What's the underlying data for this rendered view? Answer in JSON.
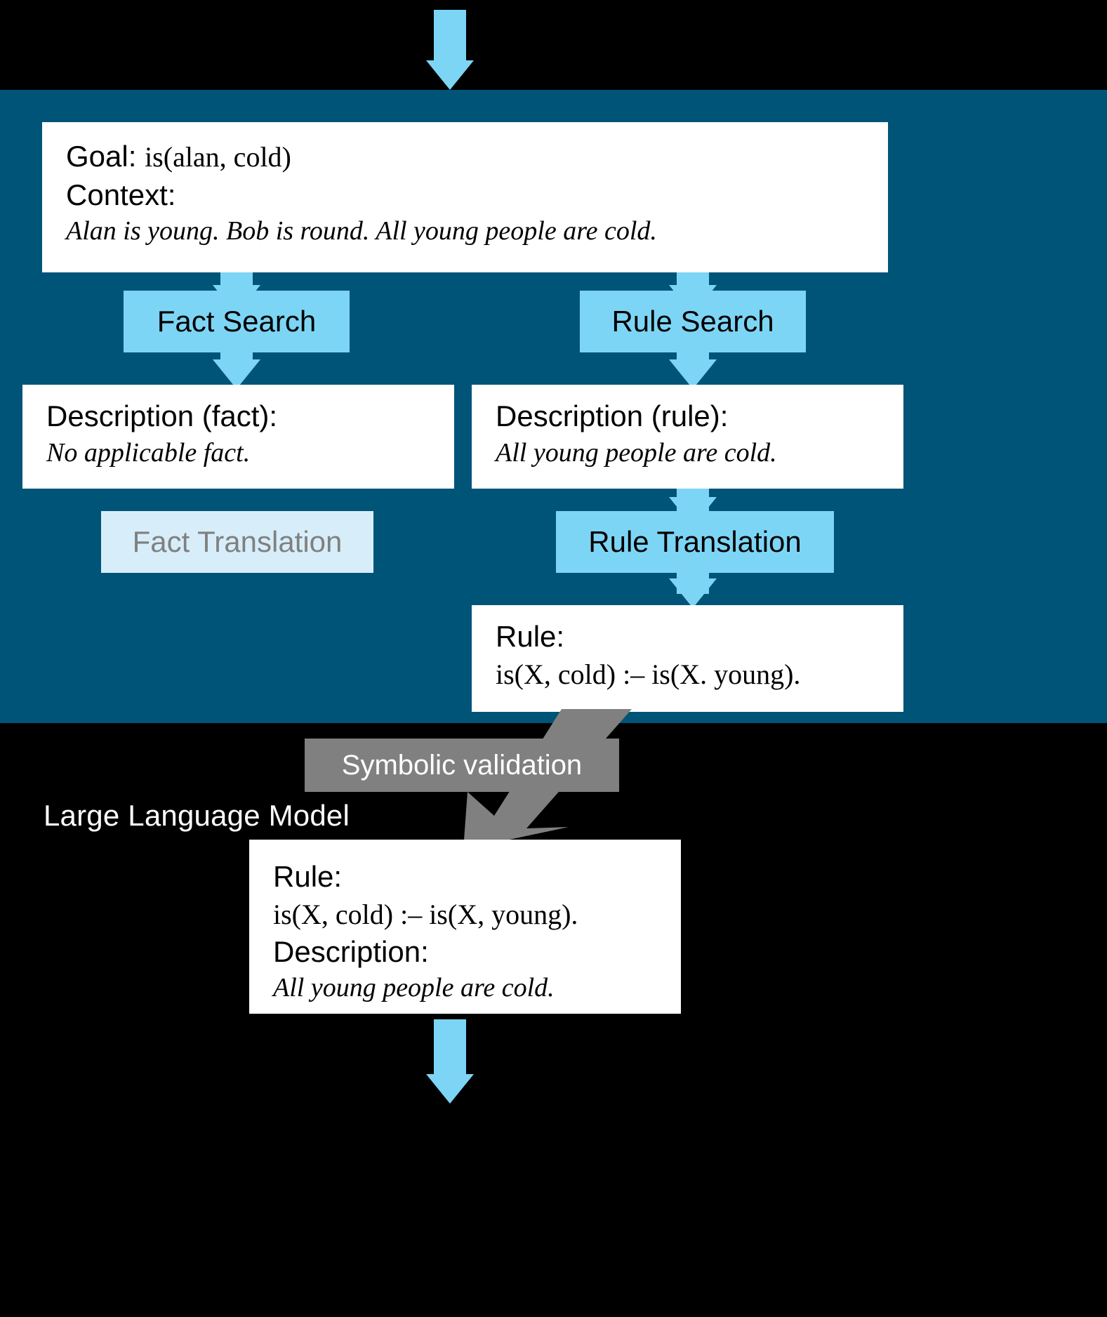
{
  "colors": {
    "background": "#000000",
    "llm_panel": "#005478",
    "arrow_blue": "#7DD5F5",
    "arrow_blue_faded": "#D7EEFA",
    "box_white": "#FFFFFF",
    "validation_gray": "#808080",
    "disabled_text": "#808080",
    "label_white": "#FFFFFF"
  },
  "llm": {
    "label": "Large Language Model"
  },
  "goal_box": {
    "goal_label": "Goal:",
    "goal_value": "is(alan, cold)",
    "context_label": "Context:",
    "context_value": "Alan is young. Bob is round.  All young people are cold."
  },
  "fact_branch": {
    "search_label": "Fact Search",
    "description_label": "Description (fact):",
    "description_value": "No applicable fact.",
    "translation_label": "Fact Translation",
    "translation_enabled": false
  },
  "rule_branch": {
    "search_label": "Rule Search",
    "description_label": "Description (rule):",
    "description_value": "All young people are cold.",
    "translation_label": "Rule Translation",
    "translation_enabled": true,
    "rule_label": "Rule:",
    "rule_value": "is(X, cold) :– is(X. young)."
  },
  "validation": {
    "label": "Symbolic validation"
  },
  "final_box": {
    "rule_label": "Rule:",
    "rule_value": "is(X, cold) :– is(X, young).",
    "description_label": "Description:",
    "description_value": "All young people are cold."
  },
  "icons": {
    "top_arrow": "arrow-down-icon",
    "bottom_arrow": "arrow-down-icon",
    "validation_arrow": "bent-arrow-down-left-icon"
  }
}
